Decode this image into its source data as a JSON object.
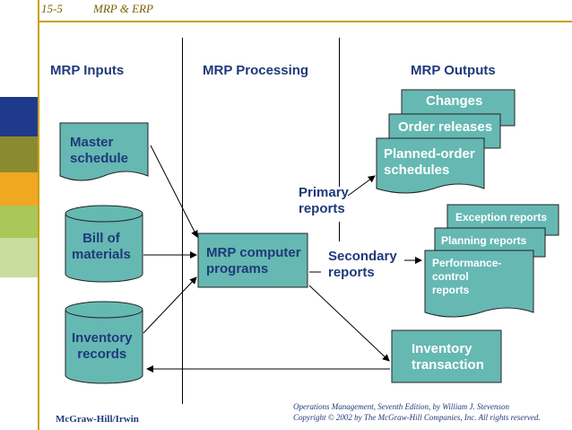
{
  "header": {
    "slide_number": "15-5",
    "title": "MRP & ERP"
  },
  "columns": {
    "inputs": "MRP Inputs",
    "processing": "MRP Processing",
    "outputs": "MRP Outputs"
  },
  "inputs": {
    "master_schedule": [
      "Master",
      "schedule"
    ],
    "bill_of_materials": [
      "Bill of",
      "materials"
    ],
    "inventory_records": [
      "Inventory",
      "records"
    ]
  },
  "processing": {
    "program": [
      "MRP computer",
      "programs"
    ]
  },
  "flow_labels": {
    "primary": [
      "Primary",
      "reports"
    ],
    "secondary": [
      "Secondary",
      "reports"
    ]
  },
  "outputs": {
    "changes": "Changes",
    "order_releases": "Order releases",
    "planned_order": [
      "Planned-order",
      "schedules"
    ],
    "exception": "Exception reports",
    "planning": "Planning reports",
    "performance": [
      "Performance-",
      "control",
      "reports"
    ],
    "inventory_transaction": [
      "Inventory",
      "transaction"
    ]
  },
  "footer": {
    "publisher": "McGraw-Hill/Irwin",
    "citation_line1": "Operations Management, Seventh Edition, by William J. Stevenson",
    "citation_line2": "Copyright © 2002 by The McGraw-Hill Companies, Inc.  All rights reserved."
  },
  "colors": {
    "box_fill": "#66b8b3",
    "label_text": "#1f3a7a",
    "accent_gold": "#c9a000"
  }
}
